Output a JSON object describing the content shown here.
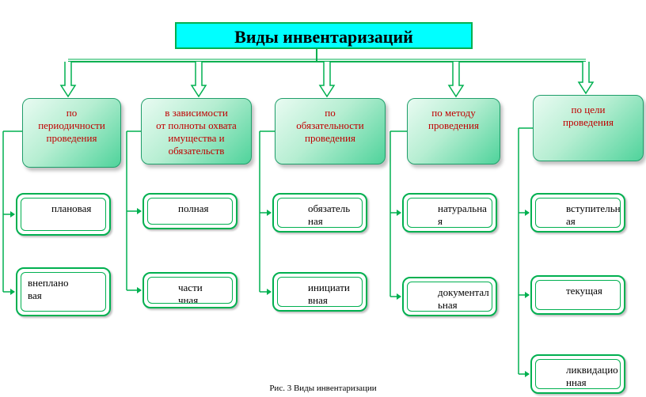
{
  "diagram": {
    "title": "Виды инвентаризаций",
    "caption": "Рис. 3  Виды инвентаризации",
    "categories": [
      {
        "label_lines": [
          "по",
          "периодичности",
          "проведения"
        ],
        "items": [
          {
            "lines": [
              "плановая"
            ]
          },
          {
            "lines": [
              "внеплано",
              "вая"
            ]
          }
        ]
      },
      {
        "label_lines": [
          "в зависимости",
          "от полноты охвата",
          "имущества и",
          "обязательств"
        ],
        "items": [
          {
            "lines": [
              "полная"
            ]
          },
          {
            "lines": [
              "части",
              "чная"
            ]
          }
        ]
      },
      {
        "label_lines": [
          "по",
          "обязательности",
          "проведения"
        ],
        "items": [
          {
            "lines": [
              "обязатель",
              "ная"
            ]
          },
          {
            "lines": [
              "инициати",
              "вная"
            ]
          }
        ]
      },
      {
        "label_lines": [
          "по методу",
          "проведения"
        ],
        "items": [
          {
            "lines": [
              "натуральна",
              "я"
            ]
          },
          {
            "lines": [
              "документал",
              "ьная"
            ]
          }
        ]
      },
      {
        "label_lines": [
          "по цели",
          "проведения"
        ],
        "items": [
          {
            "lines": [
              "вступительн",
              "ая"
            ]
          },
          {
            "lines": [
              "текущая"
            ]
          },
          {
            "lines": [
              "ликвидацио",
              "нная"
            ]
          }
        ]
      }
    ],
    "colors": {
      "title_fill": "#00ffff",
      "border": "#00b050",
      "category_text": "#c00000"
    }
  }
}
